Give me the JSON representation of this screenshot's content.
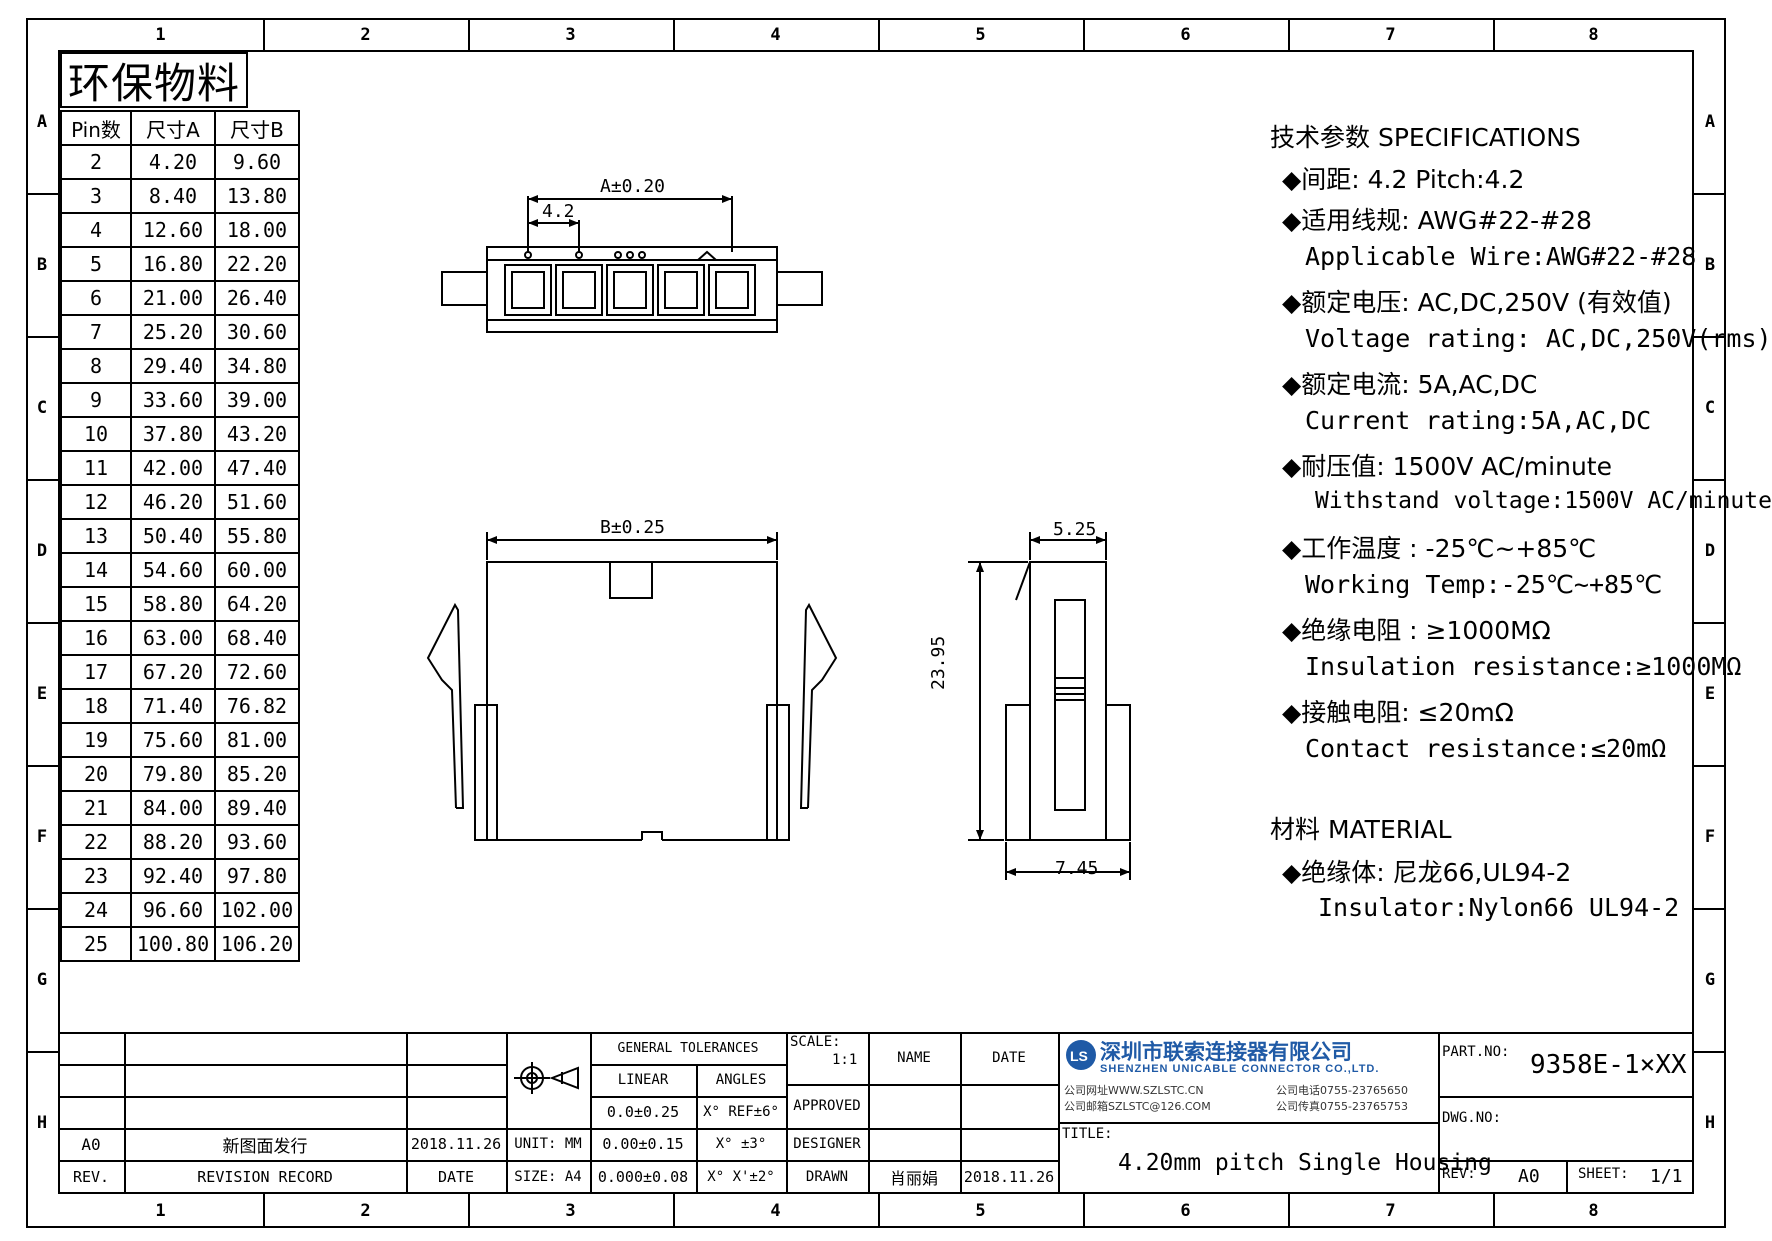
{
  "eco_label": "环保物料",
  "zones": {
    "columns": [
      "1",
      "2",
      "3",
      "4",
      "5",
      "6",
      "7",
      "8"
    ],
    "rows": [
      "A",
      "B",
      "C",
      "D",
      "E",
      "F",
      "G",
      "H"
    ]
  },
  "pin_table": {
    "headers": [
      "Pin数",
      "尺寸A",
      "尺寸B"
    ],
    "rows": [
      [
        "2",
        "4.20",
        "9.60"
      ],
      [
        "3",
        "8.40",
        "13.80"
      ],
      [
        "4",
        "12.60",
        "18.00"
      ],
      [
        "5",
        "16.80",
        "22.20"
      ],
      [
        "6",
        "21.00",
        "26.40"
      ],
      [
        "7",
        "25.20",
        "30.60"
      ],
      [
        "8",
        "29.40",
        "34.80"
      ],
      [
        "9",
        "33.60",
        "39.00"
      ],
      [
        "10",
        "37.80",
        "43.20"
      ],
      [
        "11",
        "42.00",
        "47.40"
      ],
      [
        "12",
        "46.20",
        "51.60"
      ],
      [
        "13",
        "50.40",
        "55.80"
      ],
      [
        "14",
        "54.60",
        "60.00"
      ],
      [
        "15",
        "58.80",
        "64.20"
      ],
      [
        "16",
        "63.00",
        "68.40"
      ],
      [
        "17",
        "67.20",
        "72.60"
      ],
      [
        "18",
        "71.40",
        "76.82"
      ],
      [
        "19",
        "75.60",
        "81.00"
      ],
      [
        "20",
        "79.80",
        "85.20"
      ],
      [
        "21",
        "84.00",
        "89.40"
      ],
      [
        "22",
        "88.20",
        "93.60"
      ],
      [
        "23",
        "92.40",
        "97.80"
      ],
      [
        "24",
        "96.60",
        "102.00"
      ],
      [
        "25",
        "100.80",
        "106.20"
      ]
    ]
  },
  "drawing": {
    "dim_a": "A±0.20",
    "dim_pitch": "4.2",
    "dim_b": "B±0.25",
    "dim_side_width": "5.25",
    "dim_height": "23.95",
    "dim_base": "7.45"
  },
  "specs": {
    "heading": "技术参数  SPECIFICATIONS",
    "pitch": "◆间距: 4.2      Pitch:4.2",
    "wire_cn": "◆适用线规: AWG#22-#28",
    "wire_en": "Applicable Wire:AWG#22-#28",
    "voltage_cn": "◆额定电压: AC,DC,250V (有效值)",
    "voltage_en": "Voltage rating: AC,DC,250V(rms)",
    "current_cn": "◆额定电流: 5A,AC,DC",
    "current_en": "Current rating:5A,AC,DC",
    "withstand_cn": "◆耐压值: 1500V AC/minute",
    "withstand_en": "Withstand voltage:1500V AC/minute",
    "temp_cn": "◆工作温度 : -25℃~+85℃",
    "temp_en": "Working Temp:-25℃~+85℃",
    "insulation_cn": "◆绝缘电阻 : ≥1000MΩ",
    "insulation_en": "Insulation resistance:≥1000MΩ",
    "contact_cn": "◆接触电阻: ≤20mΩ",
    "contact_en": "Contact resistance:≤20mΩ",
    "material_heading": "材料  MATERIAL",
    "insulator_cn": "◆绝缘体: 尼龙66,UL94-2",
    "insulator_en": "Insulator:Nylon66 UL94-2"
  },
  "title_block": {
    "rev_code": "A0",
    "rev_desc": "新图面发行",
    "rev_date": "2018.11.26",
    "rev_label": "REV.",
    "revision_record": "REVISION RECORD",
    "date_label": "DATE",
    "unit": "UNIT: MM",
    "size": "SIZE: A4",
    "general_tolerances": "GENERAL TOLERANCES",
    "linear": "LINEAR",
    "angles": "ANGLES",
    "tol_1": "0.0±0.25",
    "tol_2": "0.00±0.15",
    "tol_3": "0.000±0.08",
    "ang_1": "X° REF±6°",
    "ang_2": "X° ±3°",
    "ang_3": "X° X'±2°",
    "scale_label": "SCALE:",
    "scale_value": "1:1",
    "name_label": "NAME",
    "date_col_label": "DATE",
    "approved": "APPROVED",
    "designer": "DESIGNER",
    "drawn": "DRAWN",
    "drawn_name": "肖丽娟",
    "drawn_date": "2018.11.26",
    "company_cn": "深圳市联索连接器有限公司",
    "company_en": "SHENZHEN UNICABLE CONNECTOR CO.,LTD.",
    "web": "公司网址WWW.SZLSTC.CN",
    "email": "公司邮箱SZLSTC@126.COM",
    "phone": "公司电话0755-23765650",
    "fax": "公司传真0755-23765753",
    "title_label": "TITLE:",
    "title": "4.20mm pitch Single Housing",
    "part_no_label": "PART.NO:",
    "part_no": "9358E-1×XX",
    "dwg_no_label": "DWG.NO:",
    "rev_field_label": "REV:",
    "rev_field_value": "A0",
    "sheet_label": "SHEET:",
    "sheet_value": "1/1"
  },
  "colors": {
    "logo_blue": "#1f5aa6"
  }
}
